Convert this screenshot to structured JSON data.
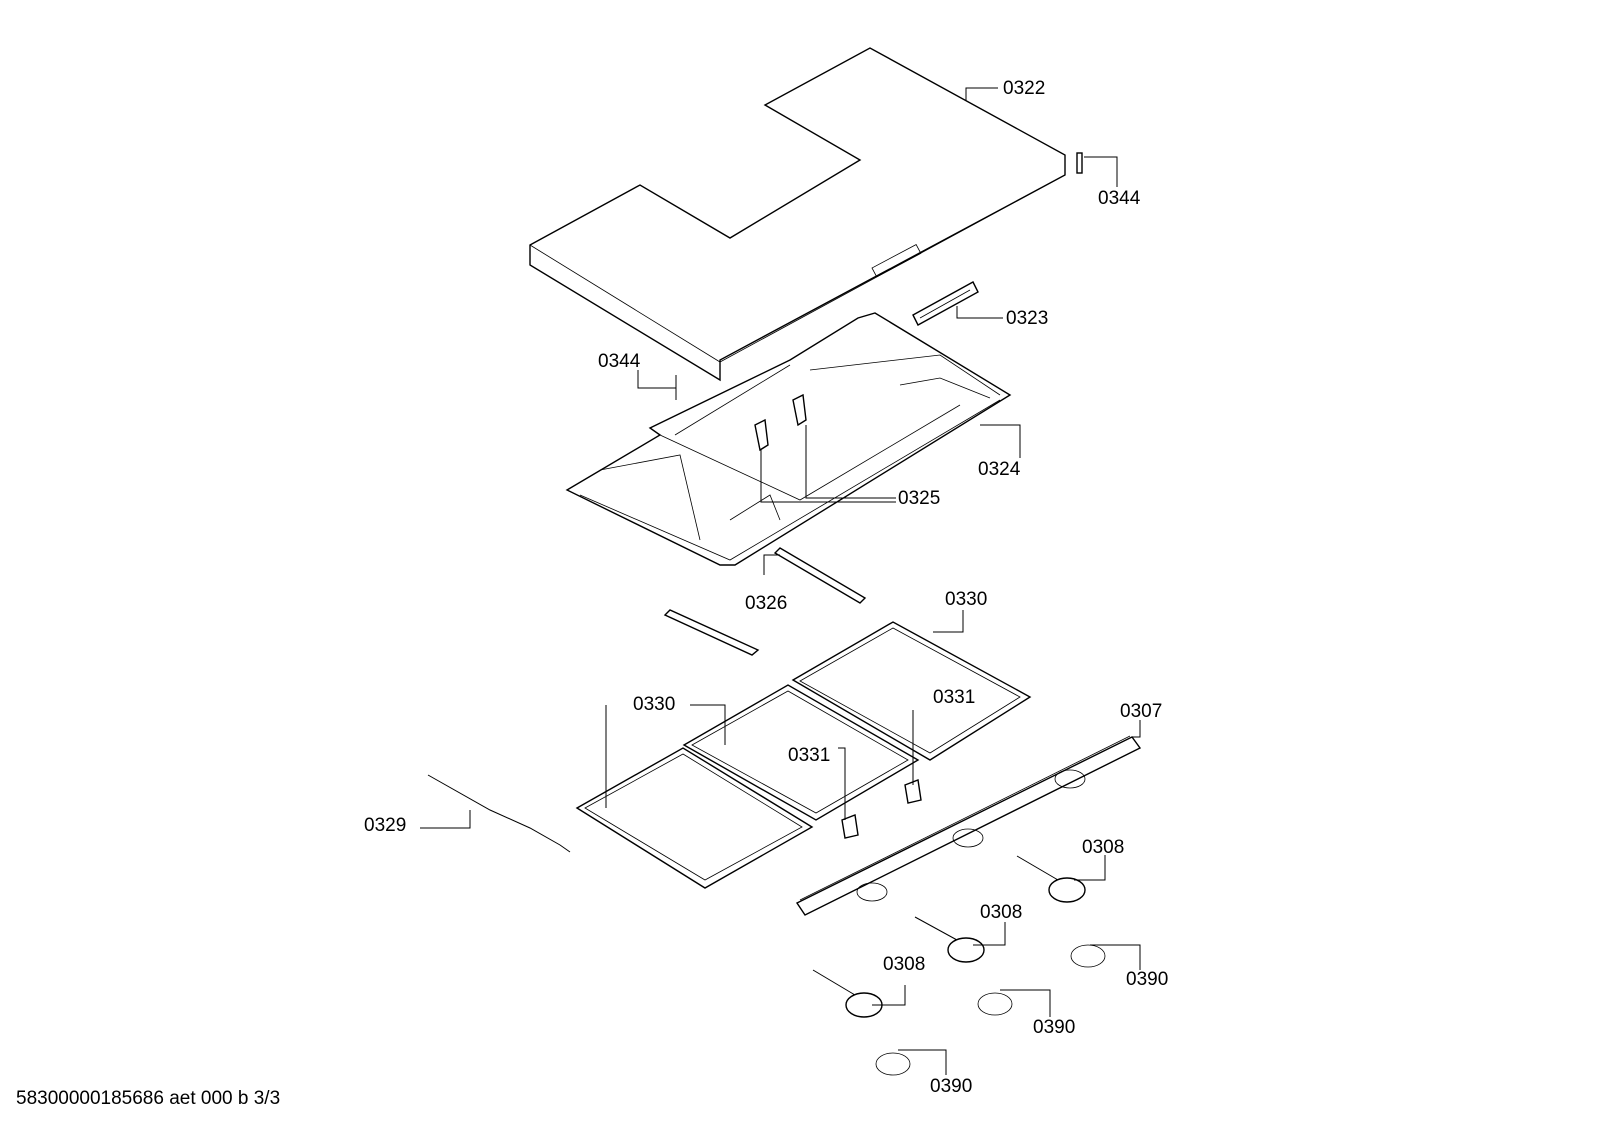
{
  "diagram": {
    "type": "exploded-parts-diagram",
    "footer": "58300000185686 aet 000 b 3/3",
    "labels": [
      {
        "id": "0322",
        "text": "0322"
      },
      {
        "id": "0344a",
        "text": "0344"
      },
      {
        "id": "0323",
        "text": "0323"
      },
      {
        "id": "0344b",
        "text": "0344"
      },
      {
        "id": "0324",
        "text": "0324"
      },
      {
        "id": "0325",
        "text": "0325"
      },
      {
        "id": "0326",
        "text": "0326"
      },
      {
        "id": "0330a",
        "text": "0330"
      },
      {
        "id": "0330b",
        "text": "0330"
      },
      {
        "id": "0331a",
        "text": "0331"
      },
      {
        "id": "0331b",
        "text": "0331"
      },
      {
        "id": "0307",
        "text": "0307"
      },
      {
        "id": "0329",
        "text": "0329"
      },
      {
        "id": "0308a",
        "text": "0308"
      },
      {
        "id": "0308b",
        "text": "0308"
      },
      {
        "id": "0308c",
        "text": "0308"
      },
      {
        "id": "0390a",
        "text": "0390"
      },
      {
        "id": "0390b",
        "text": "0390"
      },
      {
        "id": "0390c",
        "text": "0390"
      }
    ]
  }
}
